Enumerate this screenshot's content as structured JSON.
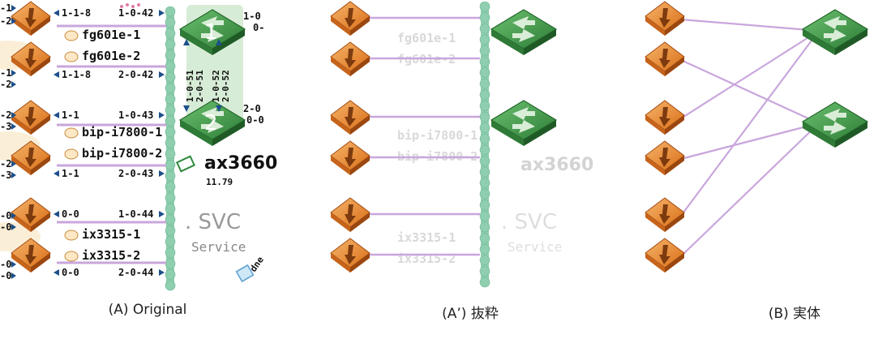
{
  "captions": {
    "a": "(A) Original",
    "a2": "(A’) 抜粋",
    "b": "(B) 実体"
  },
  "hosts": [
    {
      "name": "fg601e-1"
    },
    {
      "name": "fg601e-2"
    },
    {
      "name": "bip-i7800-1"
    },
    {
      "name": "bip-i7800-2"
    },
    {
      "name": "ix3315-1"
    },
    {
      "name": "ix3315-2"
    }
  ],
  "host_ports": [
    "1-1-8",
    "1-1-8",
    "1-1",
    "1-1",
    "0-0",
    "0-0"
  ],
  "switch_ports": [
    "1-0-42",
    "2-0-42",
    "1-0-43",
    "2-0-43",
    "1-0-44",
    "2-0-44"
  ],
  "left_edge_labels": [
    "1",
    "2",
    "1",
    "2",
    "2",
    "3",
    "2",
    "3",
    "0",
    "0",
    "0",
    "0"
  ],
  "switches": {
    "top_number": "1",
    "bottom_number": "2"
  },
  "inter_switch_ports": [
    "1-0-51",
    "2-0-51",
    "1-0-52",
    "2-0-52"
  ],
  "right_cut_labels": [
    "1-0",
    "0-",
    "2-0",
    "0-0"
  ],
  "device": {
    "name": "ax3660",
    "sub": "11.79"
  },
  "service": {
    "title": ". SVC",
    "sub": "Service",
    "tag": "dne"
  },
  "colors": {
    "link": "#c9a6dc",
    "bus": "#8fcfb0",
    "host": "#e8892f",
    "switch": "#3f9a4a"
  }
}
